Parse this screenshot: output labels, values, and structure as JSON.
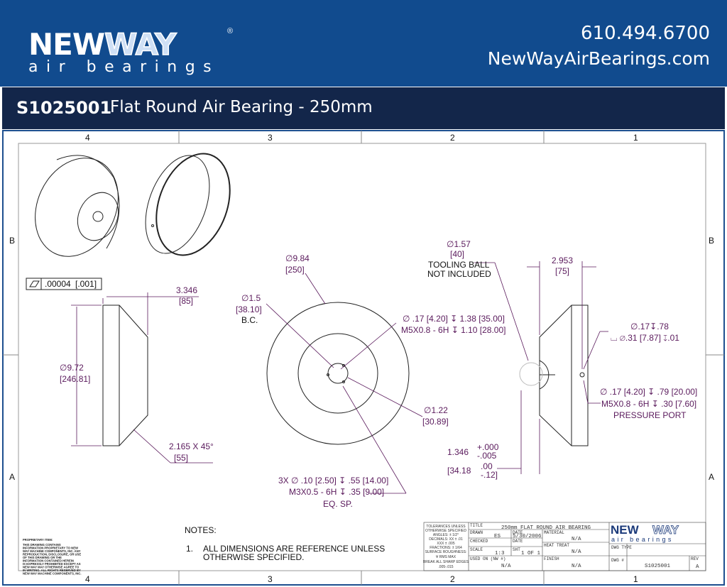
{
  "header": {
    "logo_main_left": "NEW",
    "logo_main_right": "WAY",
    "logo_registered": "®",
    "logo_sub": "air bearings",
    "phone": "610.494.6700",
    "website": "NewWayAirBearings.com",
    "background_color": "#114b8e"
  },
  "title_bar": {
    "part_number": "S1025001",
    "title": "Flat Round Air Bearing - 250mm",
    "background_color": "#13264a"
  },
  "zones": {
    "columns": [
      "4",
      "3",
      "2",
      "1"
    ],
    "rows": [
      "B",
      "A"
    ]
  },
  "dimensions": {
    "flatness_value": ".00004",
    "flatness_metric": "[.001]",
    "width_in": "3.346",
    "width_mm": "[85]",
    "dia_in": "∅9.72",
    "dia_mm": "[246.81]",
    "chamfer": "2.165 X 45°",
    "chamfer_mm": "[55]",
    "od_in": "∅9.84",
    "od_mm": "[250]",
    "bc_in": "∅1.5",
    "bc_mm": "[38.10]",
    "bc_label": "B.C.",
    "center_hole_1": "∅ .17 [4.20] ↧ 1.38 [35.00]",
    "center_hole_2": "M5X0.8 - 6H ↧ 1.10 [28.00]",
    "bore_in": "∅1.22",
    "bore_mm": "[30.89]",
    "holes_1": "3X ∅ .10 [2.50] ↧ .55 [14.00]",
    "holes_2": "M3X0.5 - 6H ↧ .35 [9.00]",
    "holes_3": "EQ. SP.",
    "ball_in": "∅1.57",
    "ball_mm": "[40]",
    "ball_label_1": "TOOLING BALL",
    "ball_label_2": "NOT INCLUDED",
    "height_in": "2.953",
    "height_mm": "[75]",
    "cbore_1": "∅.17↧.78",
    "cbore_2": "⌴ ∅.31 [7.87] ↧.01",
    "port_1": "∅ .17 [4.20] ↧ .79 [20.00]",
    "port_2": "M5X0.8 - 6H ↧ .30 [7.60]",
    "port_3": "PRESSURE PORT",
    "depth_in": "1.346",
    "depth_tol_plus": "+.000",
    "depth_tol_minus": "-.005",
    "depth_mm": "[34.18",
    "depth_mm_plus": ".00",
    "depth_mm_minus": "-.12]"
  },
  "notes": {
    "heading": "NOTES:",
    "item_number": "1.",
    "item_line1": "ALL DIMENSIONS ARE REFERENCE UNLESS",
    "item_line2": "OTHERWISE SPECIFIED."
  },
  "proprietary": {
    "heading": "PROPRIETARY ITEM:",
    "lines": [
      "THIS DRAWING CONTAINS",
      "INFORMATION PROPRIETARY TO NEW",
      "WAY MACHINE COMPONENTS, INC. ANY",
      "REPRODUCTION, DISCLOSURE, OR USE",
      "OF THIS DRAWING OR THE",
      "INFORMATION CONTAINED HEREIN",
      "IS EXPRESSLY PROHIBITED EXCEPT AS",
      "NEW WAY MAY OTHERWISE AGREE TO",
      "IN WRITING. ALL RIGHTS RESERVED BY",
      "NEW WAY MACHINE COMPONENTS, INC."
    ]
  },
  "title_block": {
    "tolerances": [
      "TOLERANCES UNLESS",
      "OTHERWISE SPECIFIED",
      "ANGLES: ± 1/2°",
      "DECIMALS: XX ± .01",
      "XXX ± .005",
      "FRACTIONS: ± 1/64",
      "SURFACE ROUGHNESS:",
      "∀  RMS MAX",
      "BREAK ALL SHARP EDGES",
      ".005-.015"
    ],
    "title_label": "TITLE",
    "title_value": "250mm FLAT ROUND AIR BEARING",
    "drawn_label": "DRAWN",
    "drawn_value": "ES",
    "date_label": "DATE",
    "date_value": "5/30/2006",
    "checked_label": "CHECKED",
    "date2_label": "DATE",
    "scale_label": "SCALE",
    "scale_value": "1:3",
    "sht_label": "SHT",
    "sht_value": "1 OF 1",
    "used_on_label": "USED ON (NW #)",
    "used_on_value": "N/A",
    "material_label": "MATERIAL",
    "material_value": "N/A",
    "heat_treat_label": "HEAT TREAT",
    "heat_treat_value": "N/A",
    "finish_label": "FINISH",
    "finish_value": "N/A",
    "dwg_type_label": "DWG TYPE",
    "dwg_no_label": "DWG #",
    "dwg_no_value": "S1025001",
    "rev_label": "REV",
    "rev_value": "A",
    "logo_left": "NEW",
    "logo_right": "WAY",
    "logo_sub": "air bearings"
  },
  "colors": {
    "dimension_text": "#5a1a5c",
    "logo_blue": "#1b3a7a"
  }
}
